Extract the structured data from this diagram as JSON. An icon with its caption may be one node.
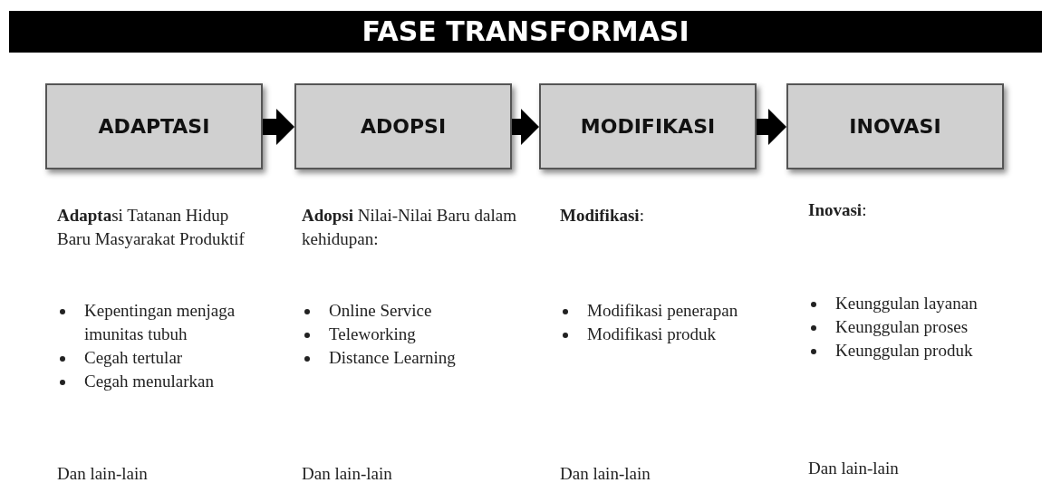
{
  "diagram": {
    "title": "FASE TRANSFORMASI",
    "nodes": [
      {
        "text": [
          "ADAPTASI"
        ]
      },
      {
        "text": [
          "ADOPSI"
        ]
      },
      {
        "text": [
          "MODIFIKASI"
        ]
      },
      {
        "text": [
          "INOVASI"
        ]
      }
    ],
    "edges": [
      {
        "from": 0,
        "to": 1,
        "arrow": "to"
      },
      {
        "from": 1,
        "to": 2,
        "arrow": "to"
      },
      {
        "from": 2,
        "to": 3,
        "arrow": "to"
      }
    ],
    "labels": [
      "**Adapta**si Tatanan Hidup Baru Masyarakat Produktif",
      "Kepentingan menjaga imunitas tubuh",
      "Cegah tertular",
      "Cegah menularkan",
      "Dan lain-lain",
      "**Adopsi** Nilai-Nilai Baru dalam kehidupan:",
      "Online Service",
      "Teleworking",
      "Distance Learning",
      "Dan lain-lain",
      "**Modifikasi**:",
      "Modifikasi penerapan",
      "Modifikasi produk",
      "Dan lain-lain",
      "**Inovasi**:",
      "Keunggulan layanan",
      "Keunggulan proses",
      "Keunggulan produk",
      "Dan lain-lain"
    ]
  }
}
